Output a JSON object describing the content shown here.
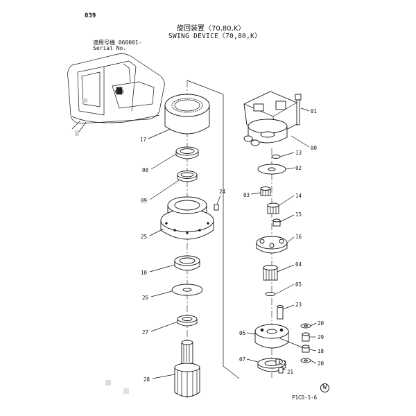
{
  "header": {
    "page_number": "039",
    "title_jp": "旋回装置〈70,80,K〉",
    "title_en": "SWING DEVICE〈70,80,K〉",
    "applicability": "適用号機 060001-",
    "serial_label": "Serial No."
  },
  "footer": {
    "code": "P1CD-1-6",
    "mark": "W"
  },
  "callouts": {
    "c00": "00",
    "c01": "01",
    "c02": "02",
    "c03": "03",
    "c04": "04",
    "c05": "05",
    "c06": "06",
    "c07": "07",
    "c08": "08",
    "c09": "09",
    "c10": "10",
    "c13": "13",
    "c14": "14",
    "c15": "15",
    "c16": "16",
    "c17": "17",
    "c18": "18",
    "c20a": "20",
    "c20b": "20",
    "c21": "21",
    "c22": "22",
    "c23": "23",
    "c24": "24",
    "c25": "25",
    "c26": "26",
    "c27": "27",
    "c28": "28",
    "c29": "29"
  }
}
